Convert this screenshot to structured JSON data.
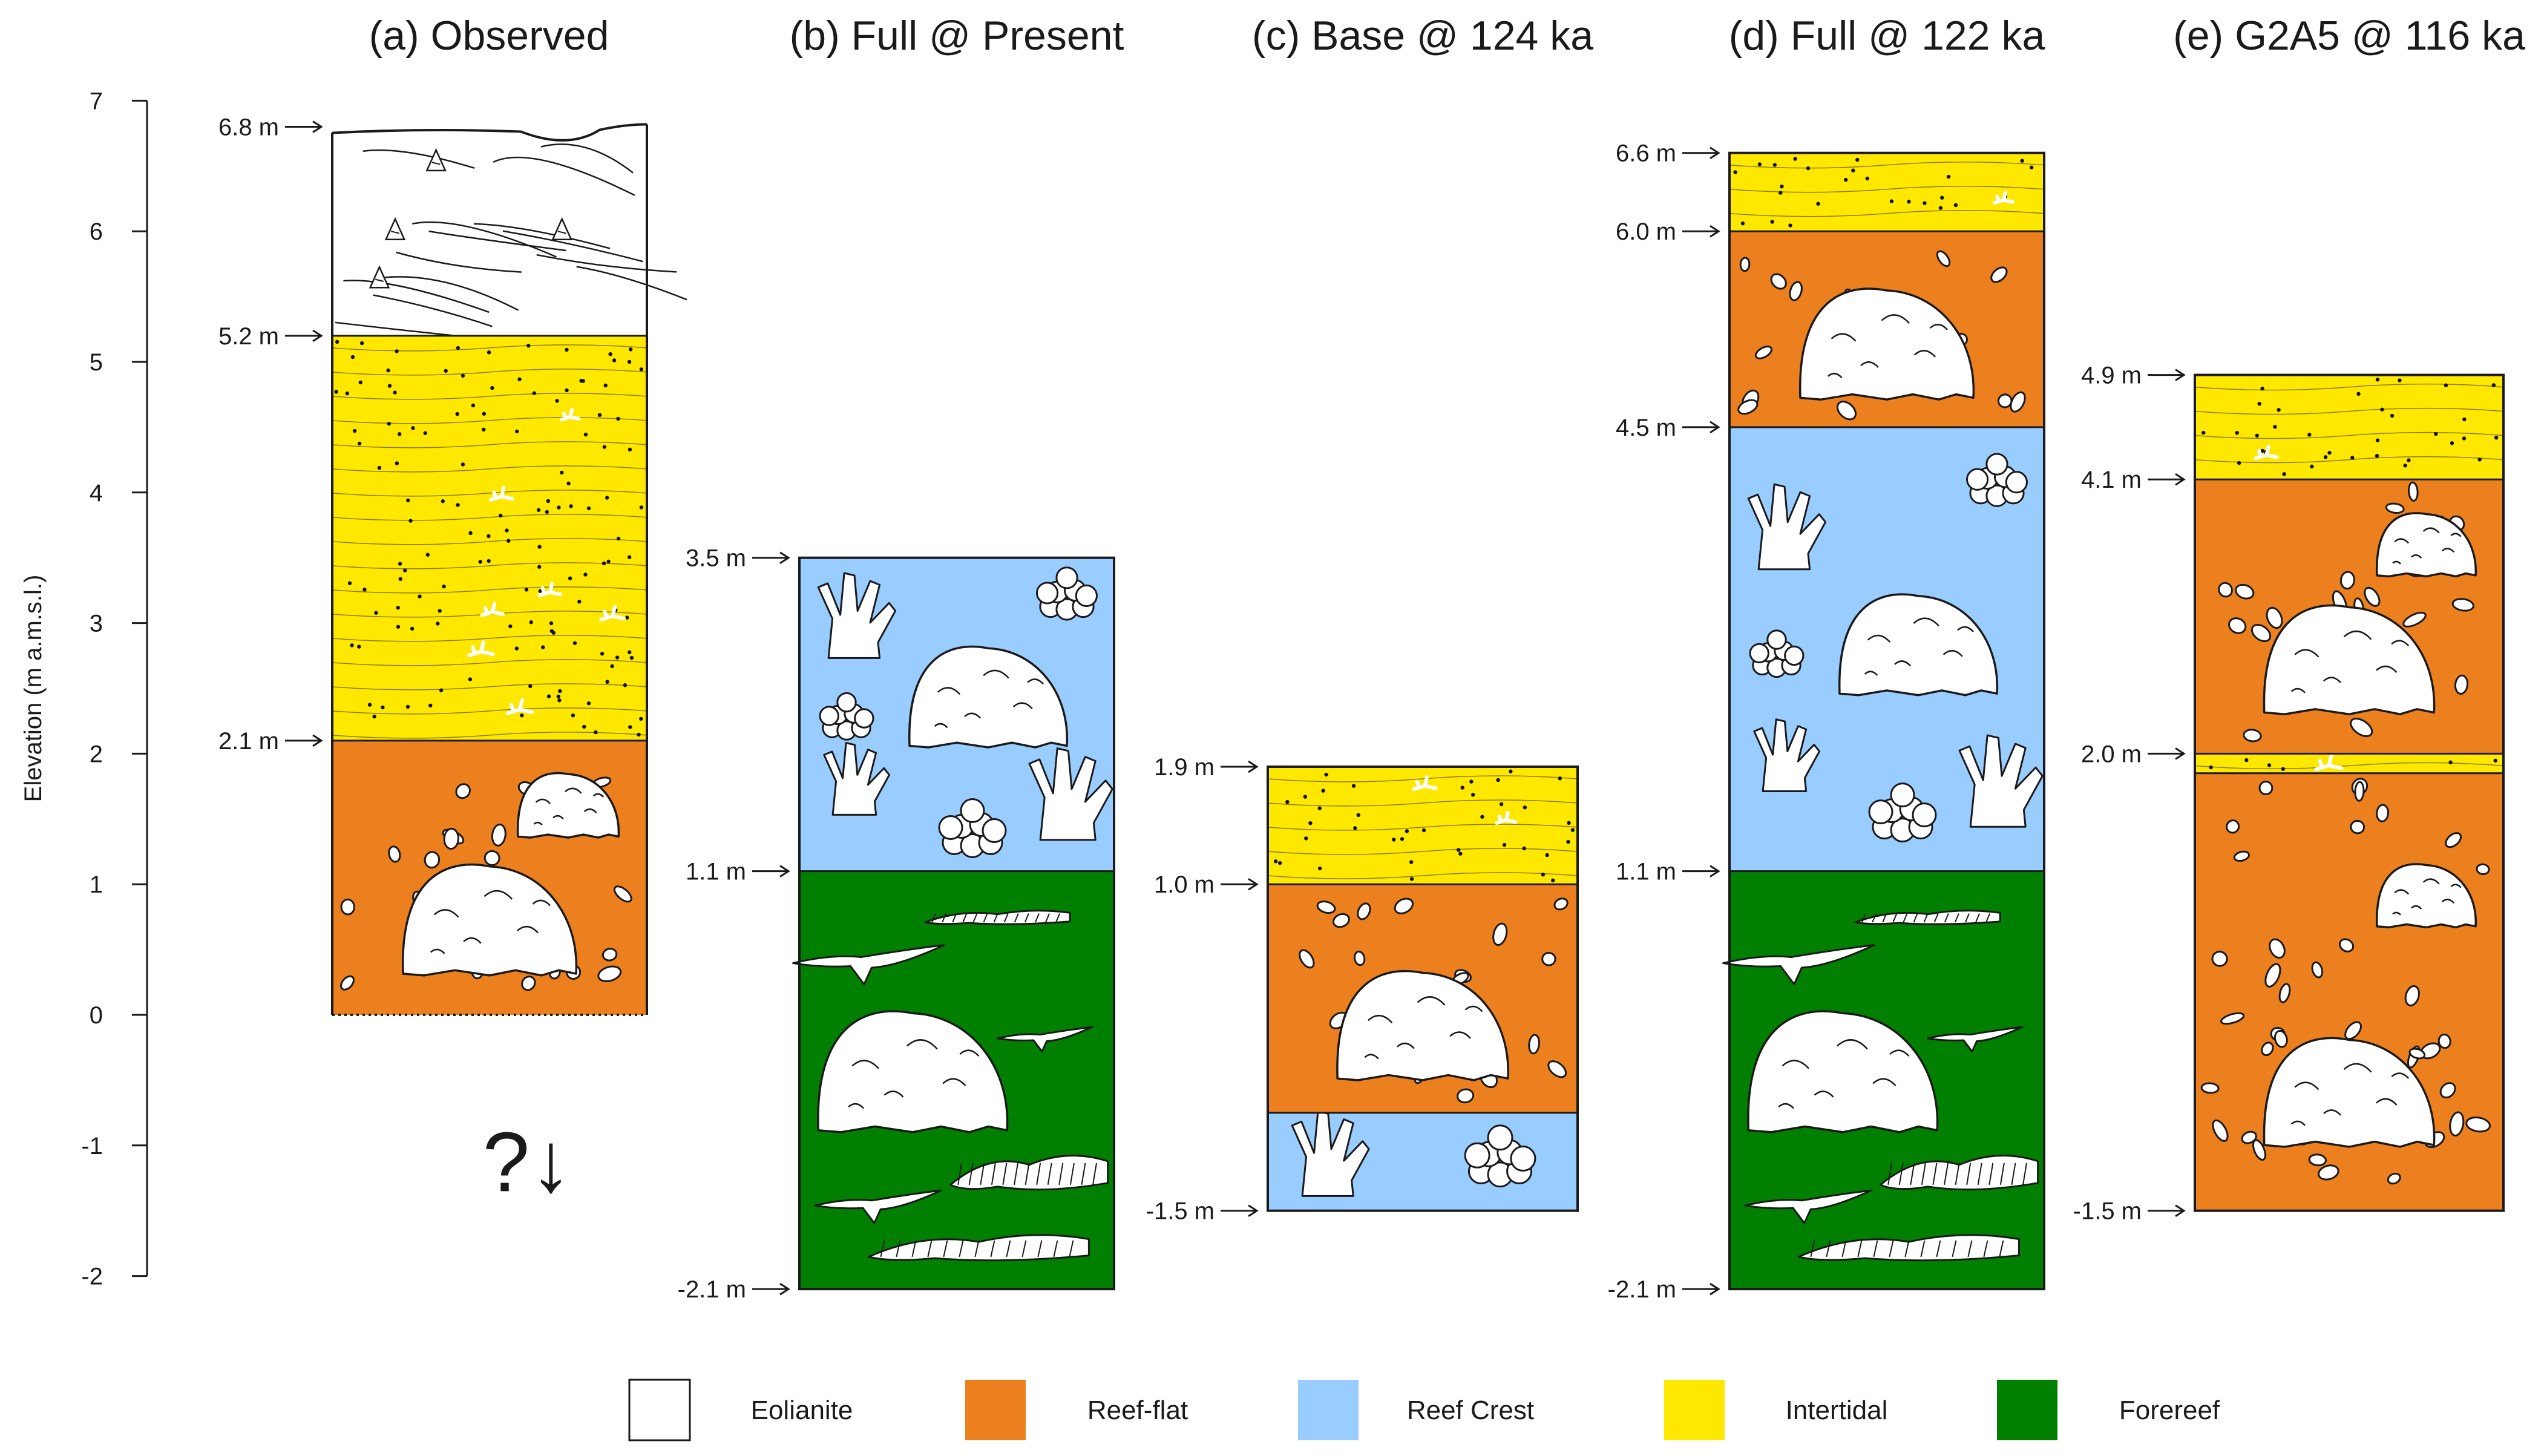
{
  "figure": {
    "y_axis": {
      "label": "Elevation (m a.m.s.l.)",
      "min": -2,
      "max": 7,
      "ticks": [
        "7",
        "6",
        "5",
        "4",
        "3",
        "2",
        "1",
        "0",
        "-1",
        "-2"
      ]
    },
    "colors": {
      "eolianite": "#ffffff",
      "reef_flat": "#ec7f1e",
      "reef_crest": "#99ccff",
      "intertidal": "#ffe800",
      "forereef": "#007f00",
      "outline": "#1a1a1a"
    },
    "columns": [
      {
        "title": "(a) Observed",
        "units": [
          {
            "facies": "reef_flat",
            "bottom": 0.0,
            "top": 2.1
          },
          {
            "facies": "intertidal",
            "bottom": 2.1,
            "top": 5.2
          },
          {
            "facies": "eolianite",
            "bottom": 5.2,
            "top": 6.8
          }
        ],
        "markers": [
          {
            "value": 6.8,
            "label": "6.8 m"
          },
          {
            "value": 5.2,
            "label": "5.2 m"
          },
          {
            "value": 2.1,
            "label": "2.1 m"
          }
        ],
        "annotation": "?↓"
      },
      {
        "title": "(b) Full @ Present",
        "units": [
          {
            "facies": "forereef",
            "bottom": -2.1,
            "top": 1.1
          },
          {
            "facies": "reef_crest",
            "bottom": 1.1,
            "top": 3.5
          }
        ],
        "markers": [
          {
            "value": 3.5,
            "label": "3.5 m"
          },
          {
            "value": 1.1,
            "label": "1.1 m"
          },
          {
            "value": -2.1,
            "label": "-2.1 m"
          }
        ]
      },
      {
        "title": "(c) Base @ 124 ka",
        "units": [
          {
            "facies": "reef_crest",
            "bottom": -1.5,
            "top": -0.75
          },
          {
            "facies": "reef_flat",
            "bottom": -0.75,
            "top": 1.0
          },
          {
            "facies": "intertidal",
            "bottom": 1.0,
            "top": 1.9
          }
        ],
        "markers": [
          {
            "value": 1.9,
            "label": "1.9 m"
          },
          {
            "value": 1.0,
            "label": "1.0 m"
          },
          {
            "value": -1.5,
            "label": "-1.5 m"
          }
        ]
      },
      {
        "title": "(d) Full @ 122 ka",
        "units": [
          {
            "facies": "forereef",
            "bottom": -2.1,
            "top": 1.1
          },
          {
            "facies": "reef_crest",
            "bottom": 1.1,
            "top": 4.5
          },
          {
            "facies": "reef_flat",
            "bottom": 4.5,
            "top": 6.0
          },
          {
            "facies": "intertidal",
            "bottom": 6.0,
            "top": 6.6
          }
        ],
        "markers": [
          {
            "value": 6.6,
            "label": "6.6 m"
          },
          {
            "value": 6.0,
            "label": "6.0 m"
          },
          {
            "value": 4.5,
            "label": "4.5 m"
          },
          {
            "value": 1.1,
            "label": "1.1 m"
          },
          {
            "value": -2.1,
            "label": "-2.1 m"
          }
        ]
      },
      {
        "title": "(e) G2A5 @ 116 ka",
        "units": [
          {
            "facies": "reef_flat",
            "bottom": -1.5,
            "top": 1.85
          },
          {
            "facies": "intertidal",
            "bottom": 1.85,
            "top": 2.0
          },
          {
            "facies": "reef_flat",
            "bottom": 2.0,
            "top": 4.1
          },
          {
            "facies": "intertidal",
            "bottom": 4.1,
            "top": 4.9
          }
        ],
        "markers": [
          {
            "value": 4.9,
            "label": "4.9 m"
          },
          {
            "value": 4.1,
            "label": "4.1 m"
          },
          {
            "value": 2.0,
            "label": "2.0 m"
          },
          {
            "value": -1.5,
            "label": "-1.5 m"
          }
        ]
      }
    ],
    "legend": [
      {
        "facies": "eolianite",
        "label": "Eolianite"
      },
      {
        "facies": "reef_flat",
        "label": "Reef-flat"
      },
      {
        "facies": "reef_crest",
        "label": "Reef Crest"
      },
      {
        "facies": "intertidal",
        "label": "Intertidal"
      },
      {
        "facies": "forereef",
        "label": "Forereef"
      }
    ]
  }
}
